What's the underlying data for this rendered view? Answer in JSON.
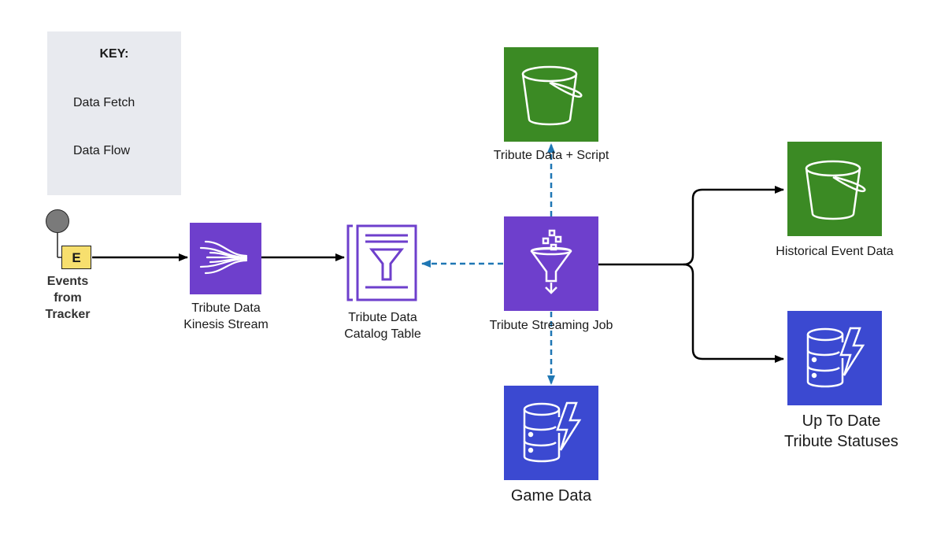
{
  "key": {
    "title": "KEY:",
    "data_fetch_label": "Data Fetch",
    "data_flow_label": "Data Flow"
  },
  "colors": {
    "fetch_arrow": "#1f77b4",
    "flow_arrow": "#000000",
    "storage_green": "#3b8a24",
    "analytics_purple": "#6e3fcc",
    "database_blue": "#3b49d1",
    "event_yellow": "#f7df6e"
  },
  "nodes": {
    "events": {
      "badge": "E",
      "label_lines": [
        "Events",
        "from",
        "Tracker"
      ]
    },
    "kinesis": {
      "label_lines": [
        "Tribute Data",
        "Kinesis Stream"
      ],
      "icon": "kinesis-stream-icon"
    },
    "catalog": {
      "label_lines": [
        "Tribute Data",
        "Catalog Table"
      ],
      "icon": "glue-catalog-icon"
    },
    "streaming_job": {
      "label": "Tribute Streaming Job",
      "icon": "glue-etl-funnel-icon"
    },
    "script_bucket": {
      "label": "Tribute Data + Script",
      "icon": "s3-bucket-icon"
    },
    "game_data": {
      "label": "Game Data",
      "icon": "dynamodb-icon"
    },
    "historical": {
      "label": "Historical Event Data",
      "icon": "s3-bucket-icon"
    },
    "statuses": {
      "label_lines": [
        "Up To Date",
        "Tribute Statuses"
      ],
      "icon": "dynamodb-icon"
    }
  }
}
